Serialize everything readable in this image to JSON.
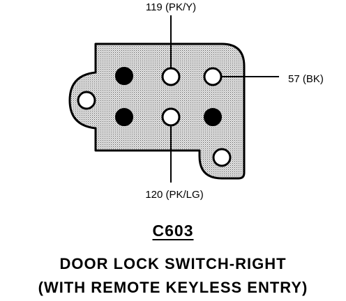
{
  "connector": {
    "id": "C603",
    "title_line_1": "DOOR LOCK SWITCH-RIGHT",
    "title_line_2": "(WITH REMOTE KEYLESS ENTRY)",
    "body_color": "#c8c8c8",
    "outline_color": "#000000"
  },
  "wires": [
    {
      "circuit": "119",
      "color_code": "PK/Y",
      "label": "119 (PK/Y)"
    },
    {
      "circuit": "57",
      "color_code": "BK",
      "label": "57 (BK)"
    },
    {
      "circuit": "120",
      "color_code": "PK/LG",
      "label": "120 (PK/LG)"
    }
  ],
  "terminals": [
    {
      "name": "upper-left",
      "state": "filled"
    },
    {
      "name": "upper-middle",
      "state": "open"
    },
    {
      "name": "upper-right",
      "state": "open"
    },
    {
      "name": "lower-left",
      "state": "filled"
    },
    {
      "name": "lower-middle",
      "state": "open"
    },
    {
      "name": "lower-right",
      "state": "filled"
    }
  ],
  "mounting_holes": [
    {
      "name": "left-tab",
      "state": "open"
    },
    {
      "name": "bottom-right-tab",
      "state": "open"
    }
  ]
}
